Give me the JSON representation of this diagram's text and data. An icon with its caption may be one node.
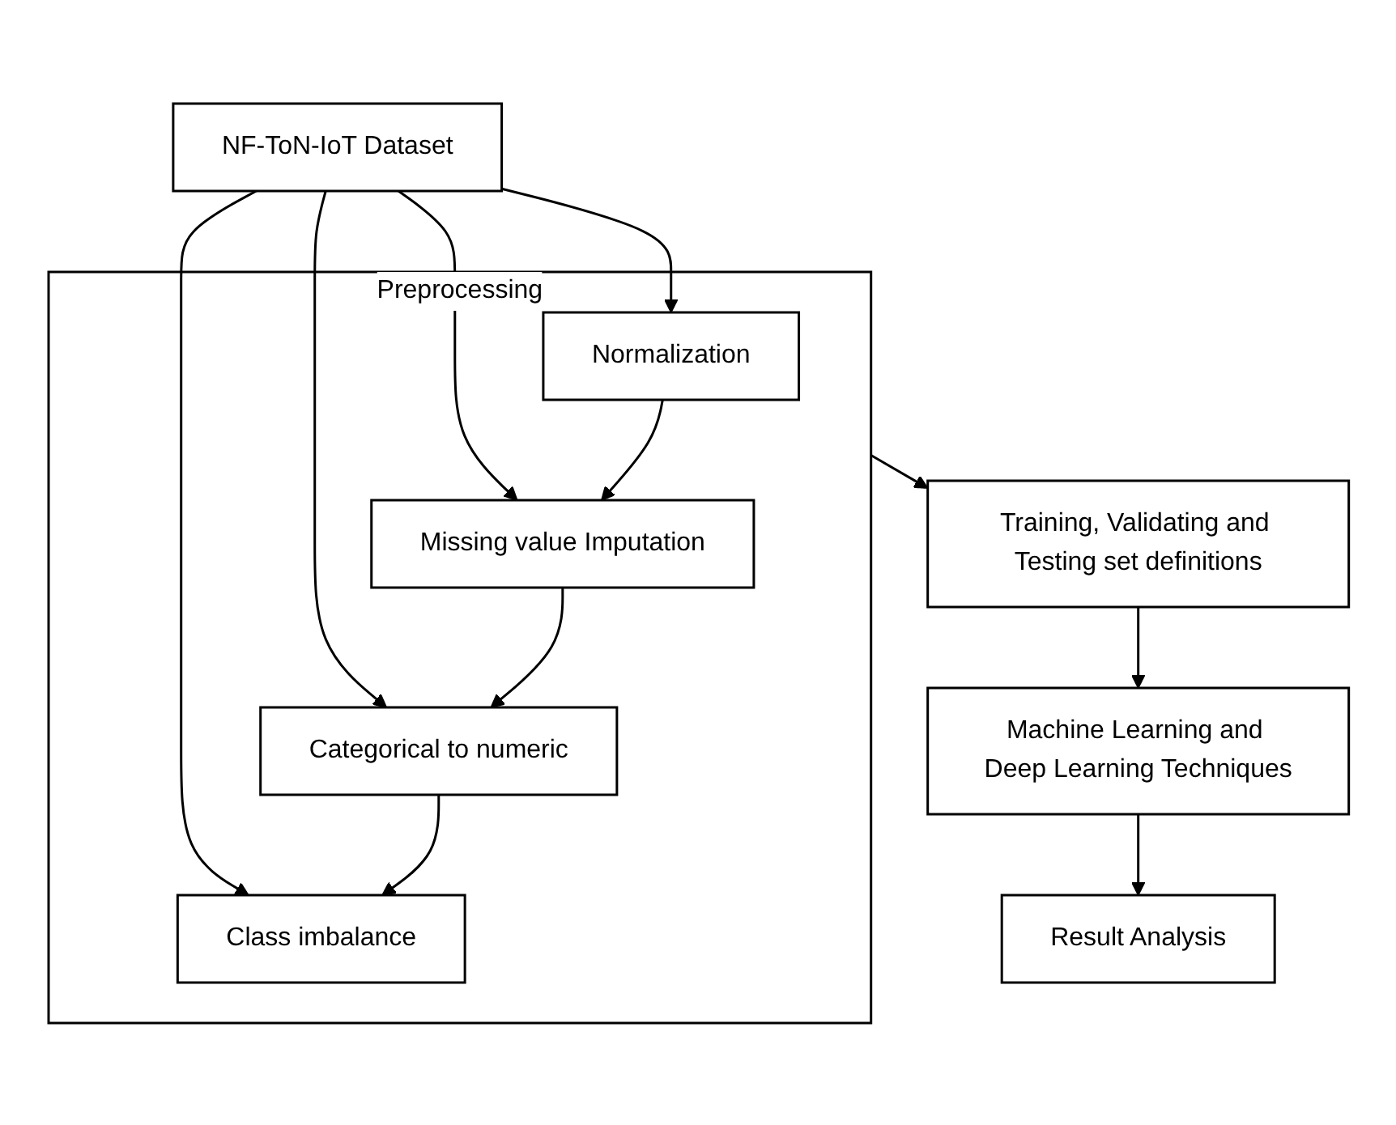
{
  "diagram": {
    "nodes": [
      {
        "text": [
          "NF-ToN-IoT Dataset"
        ]
      },
      {
        "text": [
          "Preprocessing"
        ]
      },
      {
        "text": [
          "Normalization"
        ],
        "in": 1
      },
      {
        "text": [
          "Missing value Imputation"
        ],
        "in": 1
      },
      {
        "text": [
          "Categorical to numeric"
        ],
        "in": 1
      },
      {
        "text": [
          "Class imbalance"
        ],
        "in": 1
      },
      {
        "text": [
          "Training, Validating and Testing set definitions"
        ]
      },
      {
        "text": [
          "Machine Learning and Deep Learning Techniques"
        ]
      },
      {
        "text": [
          "Result Analysis"
        ]
      }
    ],
    "edges": [
      {
        "from": 0,
        "to": 2,
        "arrow": "to"
      },
      {
        "from": 0,
        "to": 3,
        "arrow": "to"
      },
      {
        "from": 0,
        "to": 4,
        "arrow": "to"
      },
      {
        "from": 0,
        "to": 5,
        "arrow": "to"
      },
      {
        "from": 2,
        "to": 3,
        "arrow": "to"
      },
      {
        "from": 3,
        "to": 4,
        "arrow": "to"
      },
      {
        "from": 4,
        "to": 5,
        "arrow": "to"
      },
      {
        "from": 1,
        "to": 6,
        "arrow": "to"
      },
      {
        "from": 6,
        "to": 7,
        "arrow": "to"
      },
      {
        "from": 7,
        "to": 8,
        "arrow": "to"
      }
    ]
  }
}
